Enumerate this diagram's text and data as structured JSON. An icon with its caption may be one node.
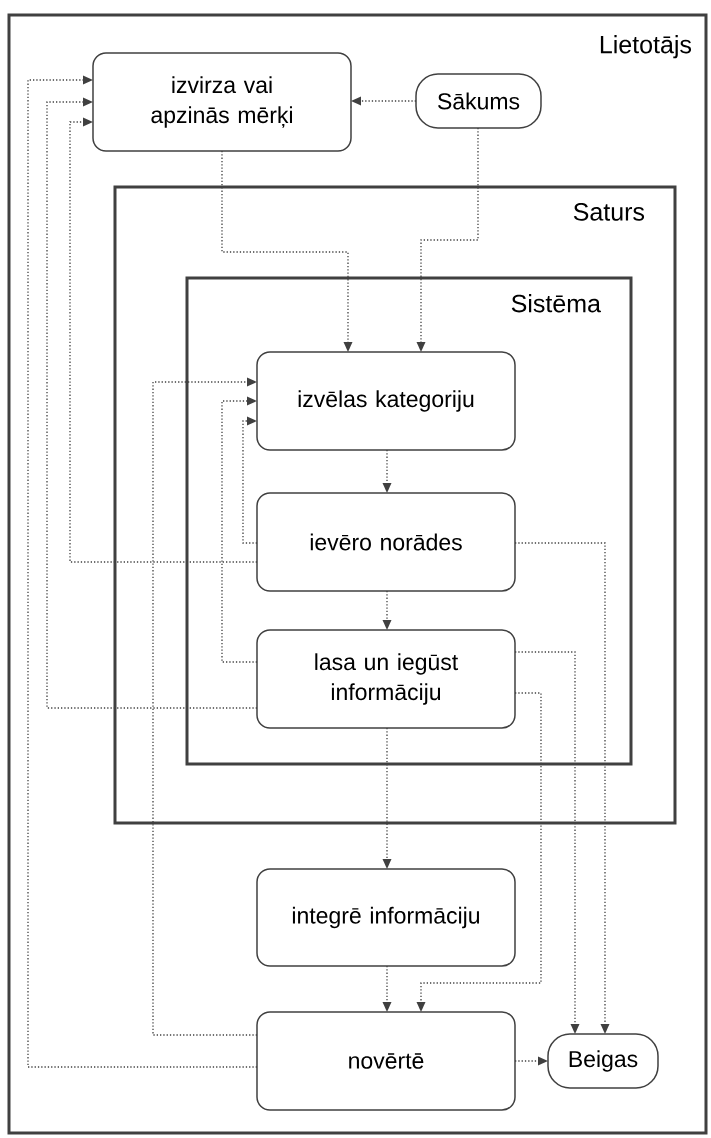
{
  "diagram": {
    "nodes": [
      {
        "text": [
          "Lietotājs"
        ]
      },
      {
        "text": [
          "izvirza vai apzinās mērķi"
        ],
        "in": 0
      },
      {
        "text": [
          "Sākums"
        ],
        "in": 0
      },
      {
        "text": [
          "Saturs"
        ],
        "in": 0
      },
      {
        "text": [
          "Sistēma"
        ],
        "in": 3
      },
      {
        "text": [
          "izvēlas kategoriju"
        ],
        "in": 4
      },
      {
        "text": [
          "ievēro norādes"
        ],
        "in": 4
      },
      {
        "text": [
          "lasa un iegūst informāciju"
        ],
        "in": 4
      },
      {
        "text": [
          "integrē informāciju"
        ],
        "in": 0
      },
      {
        "text": [
          "novērtē"
        ],
        "in": 0
      },
      {
        "text": [
          "Beigas"
        ],
        "in": 0
      }
    ],
    "edges": [
      {
        "from": 2,
        "to": 1,
        "arrow": "to"
      },
      {
        "from": 1,
        "to": 5,
        "arrow": "to"
      },
      {
        "from": 2,
        "to": 5,
        "arrow": "to"
      },
      {
        "from": 5,
        "to": 6,
        "arrow": "to"
      },
      {
        "from": 6,
        "to": 7,
        "arrow": "to"
      },
      {
        "from": 7,
        "to": 8,
        "arrow": "to"
      },
      {
        "from": 8,
        "to": 9,
        "arrow": "to"
      },
      {
        "from": 7,
        "to": 9,
        "arrow": "to"
      },
      {
        "from": 7,
        "to": 10,
        "arrow": "to"
      },
      {
        "from": 6,
        "to": 10,
        "arrow": "to"
      },
      {
        "from": 9,
        "to": 10,
        "arrow": "to"
      },
      {
        "from": 6,
        "to": 5,
        "arrow": "to"
      },
      {
        "from": 7,
        "to": 5,
        "arrow": "to"
      },
      {
        "from": 9,
        "to": 5,
        "arrow": "to"
      },
      {
        "from": 6,
        "to": 1,
        "arrow": "to"
      },
      {
        "from": 7,
        "to": 1,
        "arrow": "to"
      },
      {
        "from": 9,
        "to": 1,
        "arrow": "to"
      }
    ]
  }
}
